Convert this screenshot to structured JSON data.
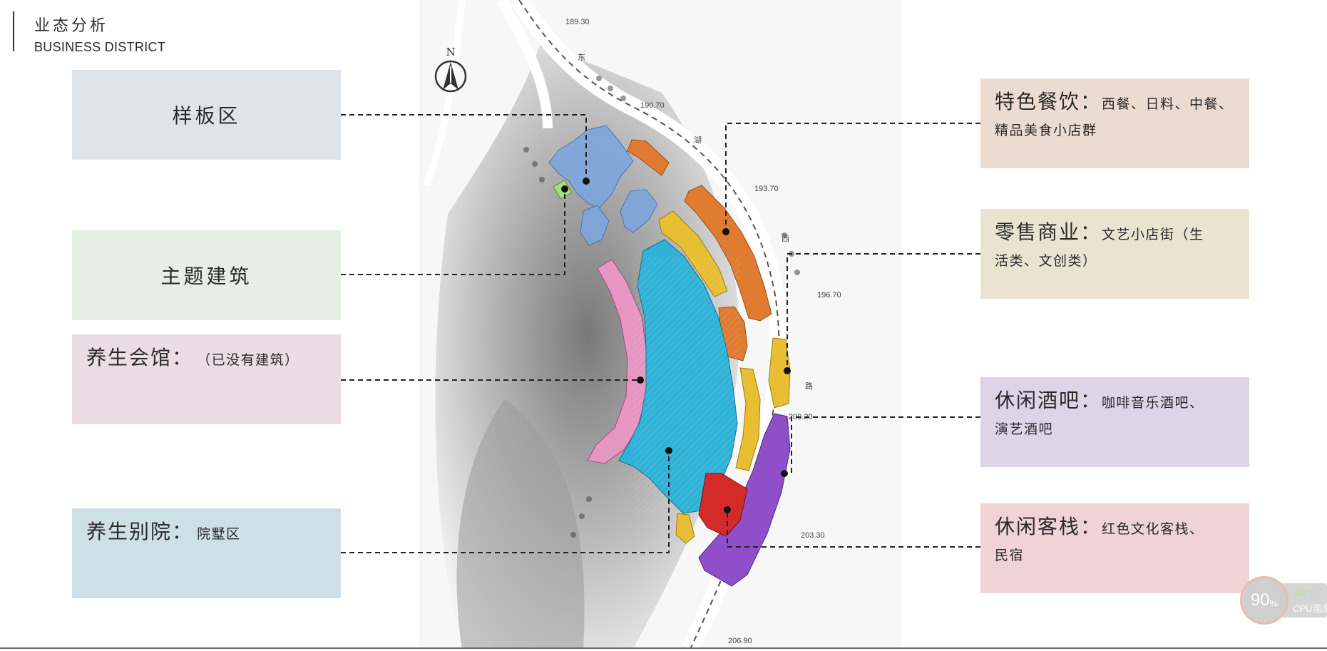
{
  "header": {
    "title": "业态分析",
    "subtitle": "BUSINESS DISTRICT"
  },
  "map": {
    "north_label": "N",
    "road_labels": [
      "189.30",
      "东",
      "190.70",
      "湖",
      "193.70",
      "西",
      "196.70",
      "路",
      "200.20",
      "203.30",
      "206.90"
    ]
  },
  "left_boxes": [
    {
      "name": "样板区",
      "detail": "",
      "color": "#dfe4ea"
    },
    {
      "name": "主题建筑",
      "detail": "",
      "color": "#e5efe3"
    },
    {
      "name": "养生会馆：",
      "detail": "（已没有建筑）",
      "color": "#eadde3"
    },
    {
      "name": "养生别院：",
      "detail": "院墅区",
      "color": "#cde0e6"
    }
  ],
  "right_boxes": [
    {
      "name": "特色餐饮：",
      "detail1": "西餐、日料、中餐、",
      "detail2": "精品美食小店群",
      "color": "#ecdbd1"
    },
    {
      "name": "零售商业：",
      "detail1": "文艺小店街（生",
      "detail2": "活类、文创类）",
      "color": "#e9e3d0"
    },
    {
      "name": "休闲酒吧：",
      "detail1": "咖啡音乐酒吧、",
      "detail2": "演艺酒吧",
      "color": "#dfd3e6"
    },
    {
      "name": "休闲客栈：",
      "detail1": "红色文化客栈、",
      "detail2": "民宿",
      "color": "#efd3d5"
    }
  ],
  "zone_colors": {
    "template": "#7ea6dc",
    "theme": "#a7dd84",
    "health_club": "#e796c2",
    "villa": "#2fb2d6",
    "dining": "#e07b32",
    "retail": "#e8be32",
    "bar": "#8e4fc9",
    "inn": "#d42a2a"
  },
  "cpu_widget": {
    "percent": "90",
    "percent_sign": "%",
    "temp": "42℃",
    "label": "CPU温度"
  }
}
